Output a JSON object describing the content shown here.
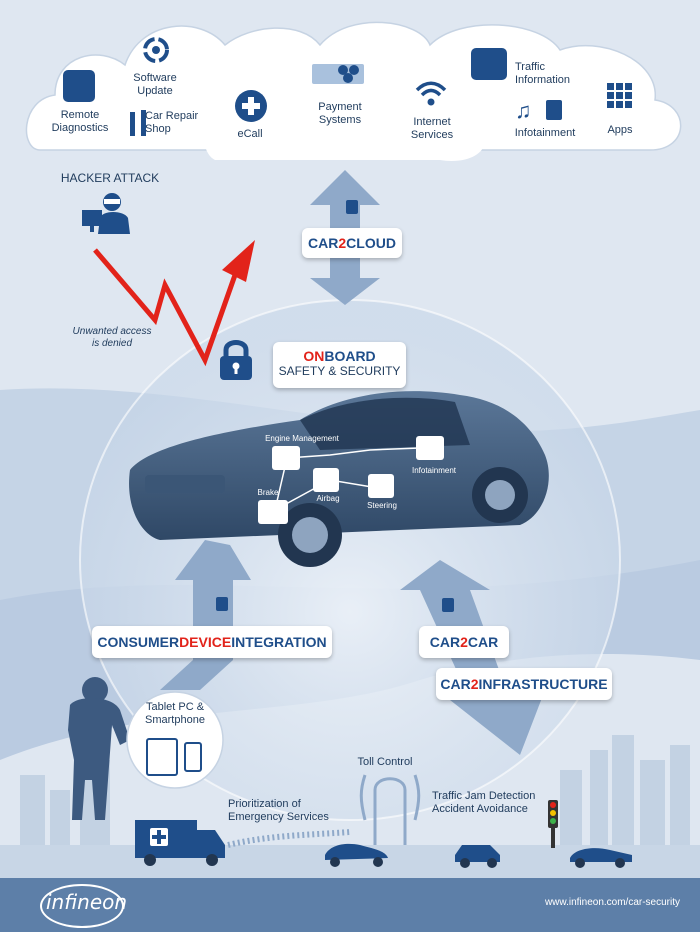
{
  "cloud": {
    "remote_diagnostics": "Remote\nDiagnostics",
    "software_update": "Software\nUpdate",
    "car_repair_shop": "Car Repair\nShop",
    "ecall": "eCall",
    "payment_systems": "Payment\nSystems",
    "internet_services": "Internet\nServices",
    "traffic_information": "Traffic\nInformation",
    "infotainment": "Infotainment",
    "apps": "Apps"
  },
  "hacker": {
    "title": "HACKER ATTACK",
    "denied": "Unwanted access\nis denied"
  },
  "badges": {
    "car2cloud_a": "CAR",
    "car2cloud_b": "2",
    "car2cloud_c": "CLOUD",
    "onboard_a": "ON",
    "onboard_b": "BOARD",
    "onboard_line2": "SAFETY & SECURITY",
    "cdi_a": "CONSUMER",
    "cdi_b": "DEVICE",
    "cdi_c": "INTEGRATION",
    "car2car_a": "CAR",
    "car2car_b": "2",
    "car2car_c": "CAR",
    "car2infra_a": "CAR",
    "car2infra_b": "2",
    "car2infra_c": "INFRASTRUCTURE"
  },
  "car_labels": {
    "engine_management": "Engine Management",
    "infotainment": "Infotainment",
    "brake": "Brake",
    "airbag": "Airbag",
    "steering": "Steering"
  },
  "devices": {
    "tablet_smartphone": "Tablet PC &\nSmartphone"
  },
  "road": {
    "toll_control": "Toll Control",
    "emergency": "Prioritization of\nEmergency Services",
    "traffic_jam": "Traffic Jam Detection\nAccident Avoidance"
  },
  "footer": {
    "brand": "infineon",
    "url": "www.infineon.com/car-security"
  },
  "colors": {
    "navy": "#1f4e8a",
    "red": "#e2231a",
    "sky": "#dfe7f1",
    "arrow": "#8fa9c9"
  }
}
